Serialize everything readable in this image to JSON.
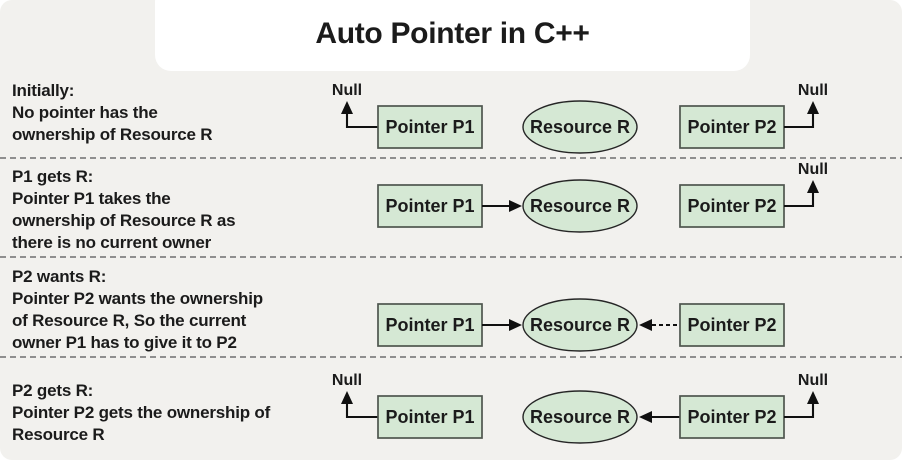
{
  "title": "Auto Pointer in C++",
  "labels": {
    "pointer_p1": "Pointer P1",
    "pointer_p2": "Pointer P2",
    "resource": "Resource R",
    "null_ref": "Null"
  },
  "rows": [
    {
      "lines": [
        "Initially:",
        "No pointer has the",
        "ownership of Resource R"
      ]
    },
    {
      "lines": [
        "P1 gets R:",
        "Pointer P1 takes the",
        "ownership of Resource R as",
        "there is no current owner"
      ]
    },
    {
      "lines": [
        "P2 wants R:",
        "Pointer P2 wants the ownership",
        "of Resource R, So the current",
        "owner P1 has to give it to P2"
      ]
    },
    {
      "lines": [
        "P2 gets R:",
        "Pointer P2 gets the ownership of",
        "Resource R"
      ]
    }
  ],
  "colors": {
    "page_background": "#f2f1ee",
    "card_background": "#ffffff",
    "shape_fill": "#d5e8d4",
    "shape_border": "#4f564f",
    "ellipse_border": "#262626",
    "line_color": "#101010",
    "separator_color": "#8f8f8f",
    "text_color": "#1b1b1b"
  }
}
